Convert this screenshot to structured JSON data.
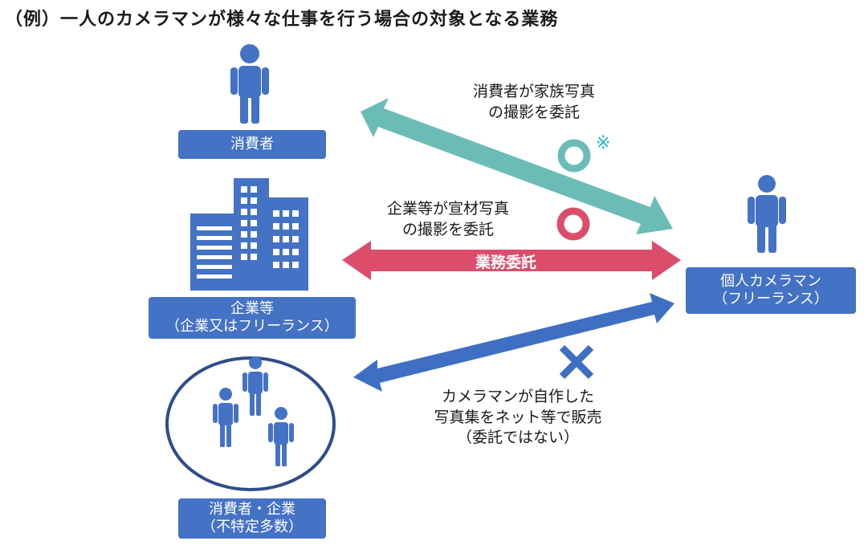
{
  "title": "（例）一人のカメラマンが様々な仕事を行う場合の対象となる業務",
  "consumer": {
    "label": "消費者"
  },
  "company": {
    "line1": "企業等",
    "line2": "（企業又はフリーランス）"
  },
  "public": {
    "line1": "消費者・企業",
    "line2": "（不特定多数）"
  },
  "camera": {
    "line1": "個人カメラマン",
    "line2": "（フリーランス）"
  },
  "arrow_consumer": {
    "line1": "消費者が家族写真",
    "line2": "の撮影を委託",
    "note": "※"
  },
  "arrow_company": {
    "line1": "企業等が宣材写真",
    "line2": "の撮影を委託",
    "on_arrow": "業務委託"
  },
  "arrow_public": {
    "line1": "カメラマンが自作した",
    "line2": "写真集をネット等で販売",
    "line3": "（委託ではない）"
  },
  "colors": {
    "box": "#4472c4",
    "person": "#4472c4",
    "teal": "#6bbcb7",
    "red": "#dc4d6c",
    "blue": "#3f6fc3",
    "ellipse": "#2e4d8a"
  }
}
